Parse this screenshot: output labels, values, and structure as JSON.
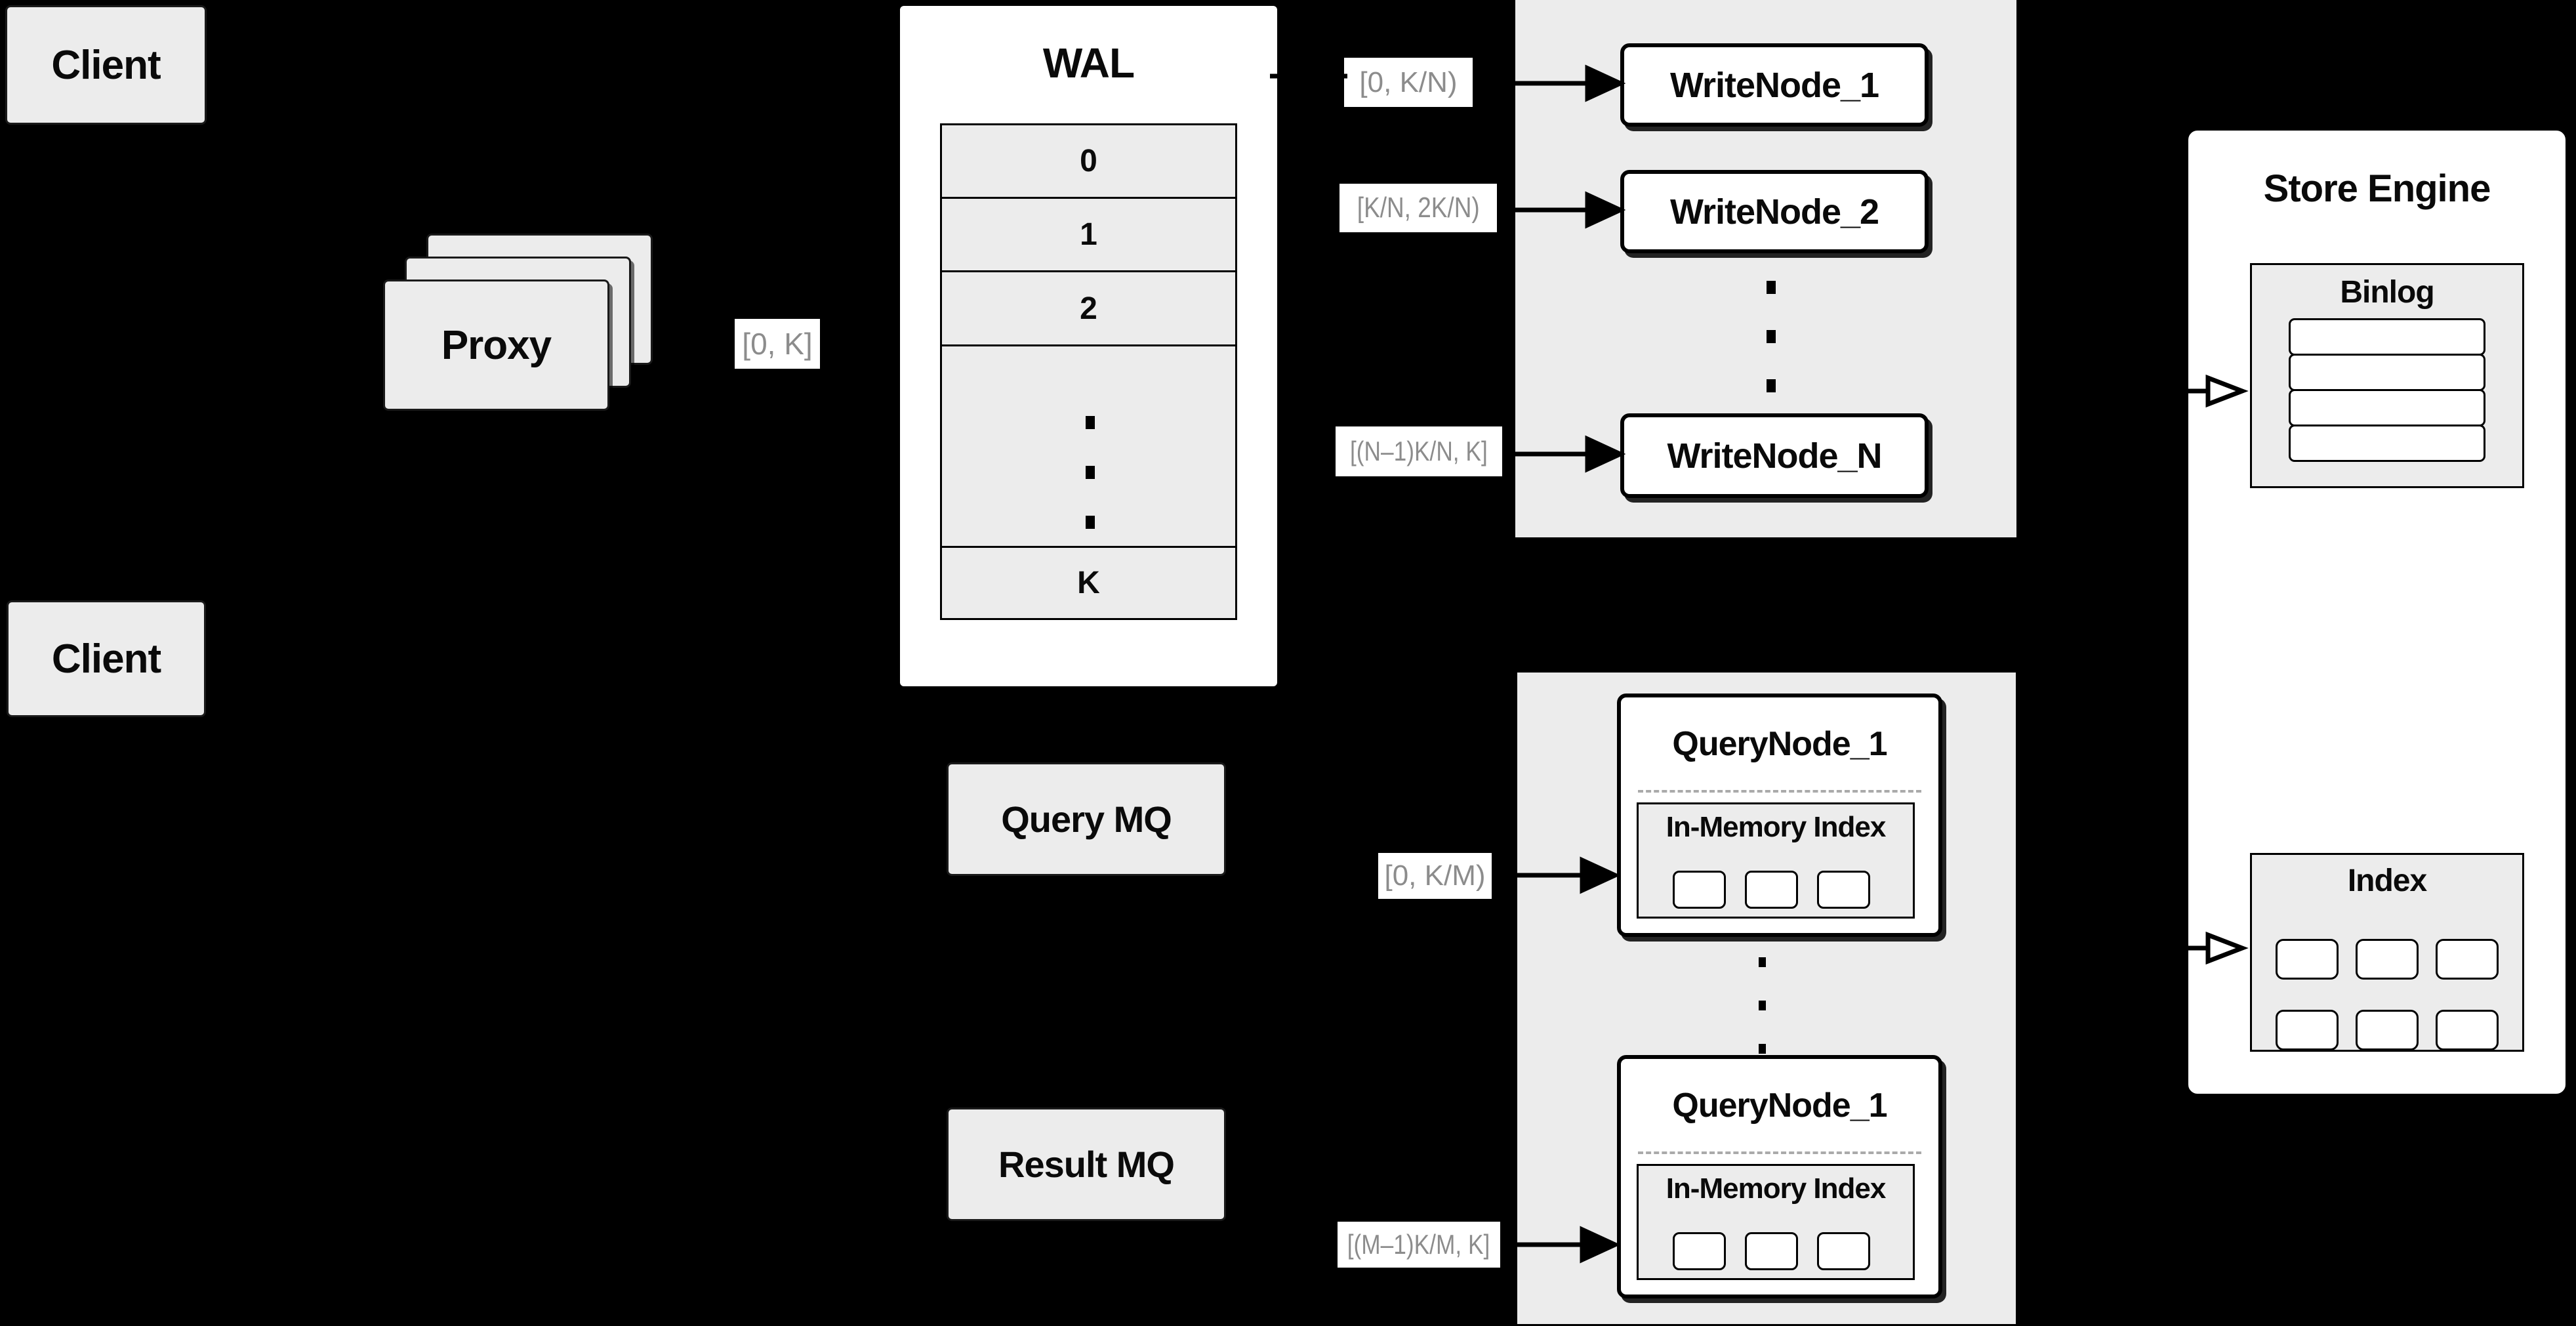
{
  "diagram_title": "Milvus-style write/query path architecture",
  "colors": {
    "background": "#000000",
    "panel_fill": "#ECECEC",
    "node_fill": "#FFFFFF",
    "border": "#000000",
    "range_label_text": "#8C8C8C",
    "text": "#0A0A0A",
    "dashed_separator": "#AAAAAA"
  },
  "clients": {
    "top_label": "Client",
    "bottom_label": "Client"
  },
  "proxy": {
    "label": "Proxy"
  },
  "wal": {
    "title": "WAL",
    "segments": [
      "0",
      "1",
      "2",
      "K"
    ]
  },
  "range_labels": {
    "proxy_out": "[0, K]",
    "write_1": "[0,  K/N)",
    "write_2": "[K/N, 2K/N)",
    "write_n": "[(N–1)K/N,  K]",
    "query_1": "[0, K/M)",
    "query_m": "[(M–1)K/M, K]"
  },
  "write_nodes": {
    "node_1": "WriteNode_1",
    "node_2": "WriteNode_2",
    "node_n": "WriteNode_N"
  },
  "mq": {
    "query": "Query MQ",
    "result": "Result MQ"
  },
  "query_nodes": {
    "top": {
      "title": "QueryNode_1",
      "inner_title": "In-Memory Index"
    },
    "bottom": {
      "title": "QueryNode_1",
      "inner_title": "In-Memory Index"
    }
  },
  "store_engine": {
    "title": "Store Engine",
    "binlog_title": "Binlog",
    "index_title": "Index"
  }
}
